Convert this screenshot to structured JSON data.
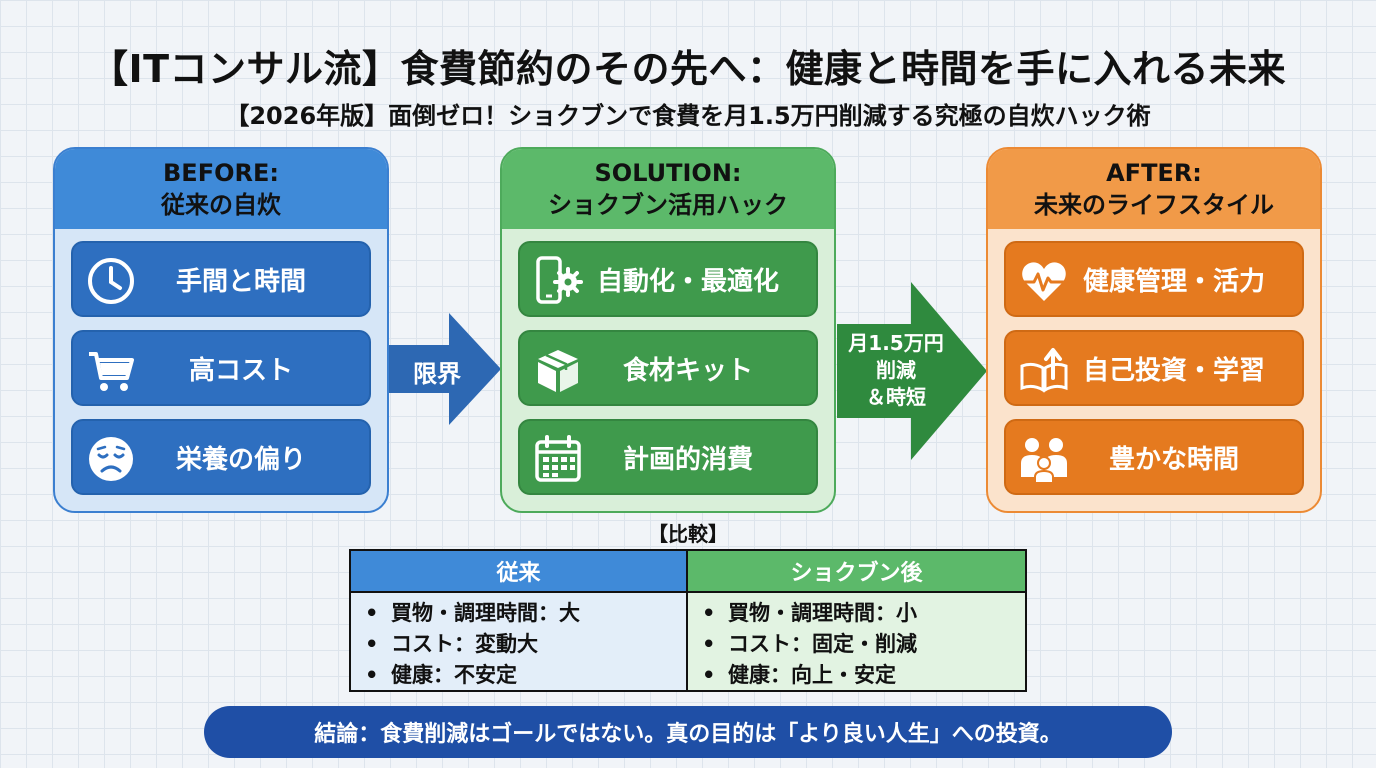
{
  "title": "【ITコンサル流】食費節約のその先へ：健康と時間を手に入れる未来",
  "subtitle": "【2026年版】面倒ゼロ！ショクブンで食費を月1.5万円削減する究極の自炊ハック術",
  "colors": {
    "before": "#3f8ad8",
    "solution": "#5cb96a",
    "after": "#f19a48",
    "conclusion": "#1f4fa6"
  },
  "before": {
    "heading_line1": "BEFORE:",
    "heading_line2": "従来の自炊",
    "items": [
      {
        "label": "手間と時間",
        "icon": "clock-icon"
      },
      {
        "label": "高コスト",
        "icon": "cart-icon"
      },
      {
        "label": "栄養の偏り",
        "icon": "sad-face-icon"
      }
    ]
  },
  "arrow1": {
    "label": "限界"
  },
  "solution": {
    "heading_line1": "SOLUTION:",
    "heading_line2": "ショクブン活用ハック",
    "items": [
      {
        "label": "自動化・最適化",
        "icon": "phone-gear-icon"
      },
      {
        "label": "食材キット",
        "icon": "box-icon"
      },
      {
        "label": "計画的消費",
        "icon": "calendar-icon"
      }
    ]
  },
  "arrow2": {
    "line1": "月1.5万円",
    "line2": "削減",
    "line3": "＆時短"
  },
  "after": {
    "heading_line1": "AFTER:",
    "heading_line2": "未来のライフスタイル",
    "items": [
      {
        "label": "健康管理・活力",
        "icon": "heart-pulse-icon"
      },
      {
        "label": "自己投資・学習",
        "icon": "book-arrow-icon"
      },
      {
        "label": "豊かな時間",
        "icon": "family-icon"
      }
    ]
  },
  "comparison": {
    "title": "【比較】",
    "left_header": "従来",
    "right_header": "ショクブン後",
    "bullet": "•",
    "left_items": [
      "買物・調理時間：大",
      "コスト：変動大",
      "健康：不安定"
    ],
    "right_items": [
      "買物・調理時間：小",
      "コスト：固定・削減",
      "健康：向上・安定"
    ]
  },
  "conclusion": "結論：食費削減はゴールではない。真の目的は「より良い人生」への投資。"
}
